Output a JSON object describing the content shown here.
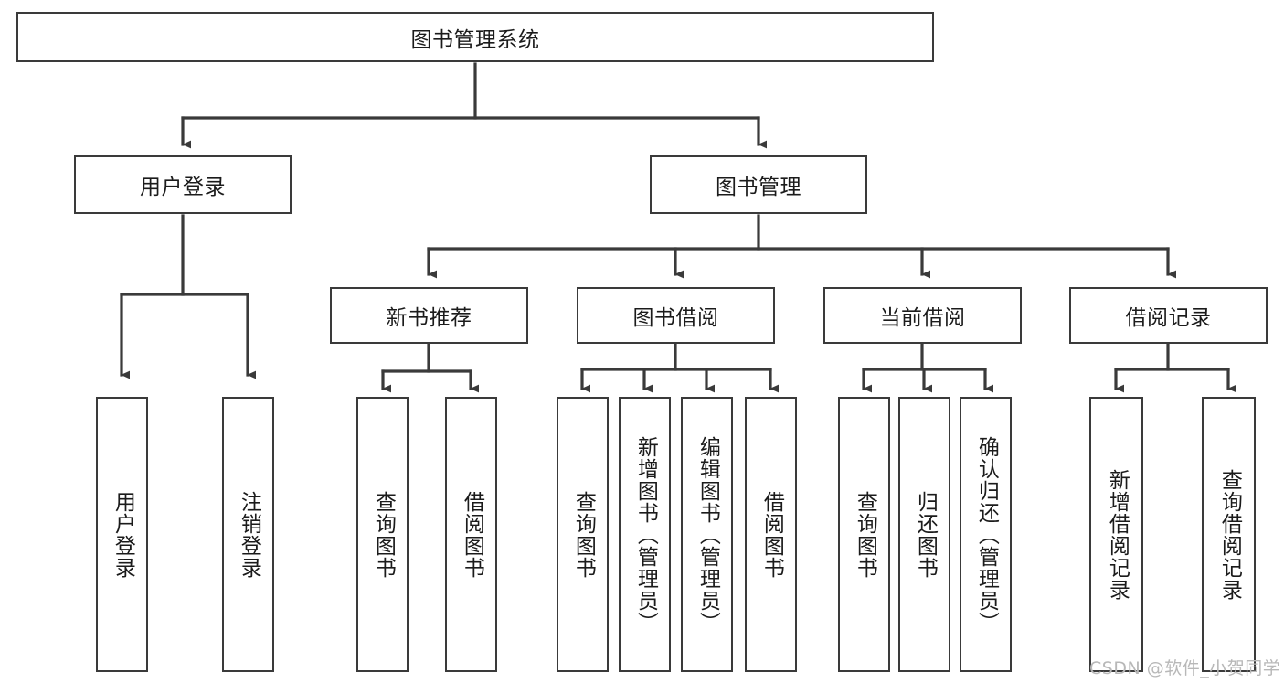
{
  "diagram": {
    "title": "图书管理系统",
    "type": "hierarchy-tree",
    "root": {
      "label": "图书管理系统"
    },
    "level2": [
      {
        "label": "用户登录"
      },
      {
        "label": "图书管理"
      }
    ],
    "level3": [
      {
        "label": "新书推荐"
      },
      {
        "label": "图书借阅"
      },
      {
        "label": "当前借阅"
      },
      {
        "label": "借阅记录"
      }
    ],
    "leaves": {
      "user_login": [
        {
          "label": "用户登录"
        },
        {
          "label": "注销登录"
        }
      ],
      "new_book": [
        {
          "label": "查询图书"
        },
        {
          "label": "借阅图书"
        }
      ],
      "book_borrow": [
        {
          "label": "查询图书"
        },
        {
          "label": "新增图书（管理员）"
        },
        {
          "label": "编辑图书（管理员）"
        },
        {
          "label": "借阅图书"
        }
      ],
      "current_borrow": [
        {
          "label": "查询图书"
        },
        {
          "label": "归还图书"
        },
        {
          "label": "确认归还（管理员）"
        }
      ],
      "borrow_record": [
        {
          "label": "新增借阅记录"
        },
        {
          "label": "查询借阅记录"
        }
      ]
    }
  },
  "watermark": {
    "text": "CSDN @软件_小贺同学"
  },
  "colors": {
    "stroke": "#3a3a3a",
    "text": "#1b1b1b",
    "background": "#ffffff",
    "watermark": "#b8b8b8"
  }
}
